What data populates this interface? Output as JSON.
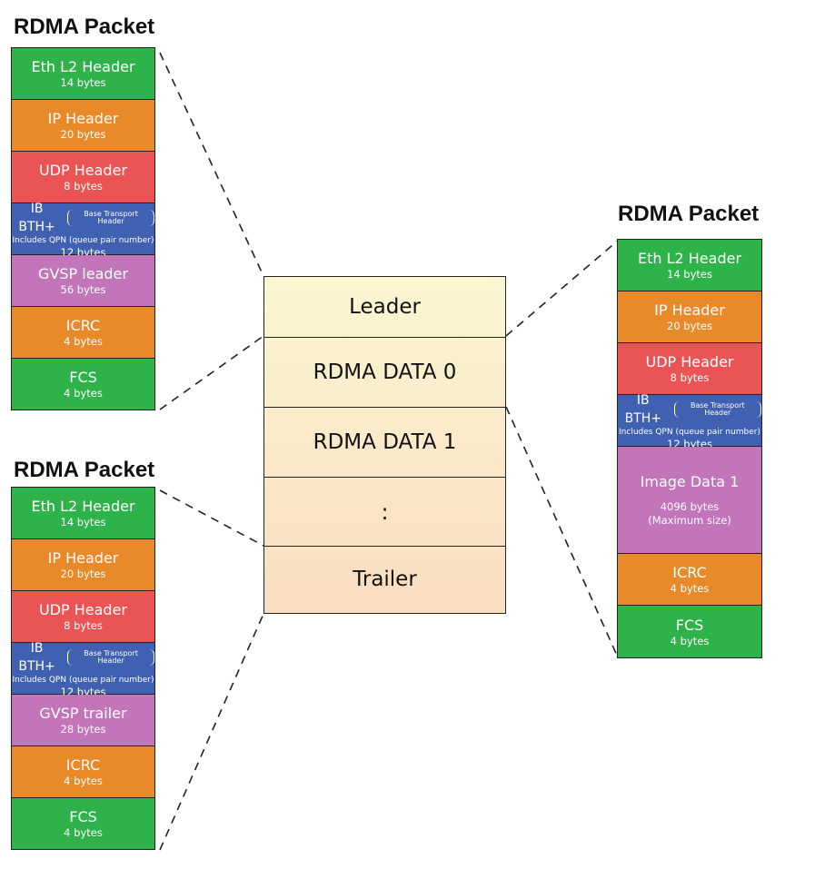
{
  "packet_title": "RDMA Packet",
  "frame": {
    "rows": [
      "Leader",
      "RDMA DATA 0",
      "RDMA DATA 1",
      ":",
      "Trailer"
    ]
  },
  "leader_packet": {
    "title": "RDMA Packet",
    "segments": [
      {
        "name": "Eth L2 Header",
        "size": "14 bytes",
        "color": "#2eb24a"
      },
      {
        "name": "IP Header",
        "size": "20 bytes",
        "color": "#e88a2a"
      },
      {
        "name": "UDP Header",
        "size": "8 bytes",
        "color": "#eb5454"
      },
      {
        "name": "IB BTH+",
        "note": "Base Transport Header",
        "detail": "Includes QPN (queue pair number)",
        "size": "12 bytes",
        "color": "#4060b2"
      },
      {
        "name": "GVSP leader",
        "size": "56 bytes",
        "color": "#c275b8"
      },
      {
        "name": "ICRC",
        "size": "4 bytes",
        "color": "#e88a2a"
      },
      {
        "name": "FCS",
        "size": "4 bytes",
        "color": "#2eb24a"
      }
    ]
  },
  "trailer_packet": {
    "title": "RDMA Packet",
    "segments": [
      {
        "name": "Eth L2 Header",
        "size": "14 bytes"
      },
      {
        "name": "IP Header",
        "size": "20 bytes"
      },
      {
        "name": "UDP Header",
        "size": "8 bytes"
      },
      {
        "name": "IB BTH+",
        "note": "Base Transport Header",
        "detail": "Includes QPN (queue pair number)",
        "size": "12 bytes"
      },
      {
        "name": "GVSP trailer",
        "size": "28 bytes"
      },
      {
        "name": "ICRC",
        "size": "4 bytes"
      },
      {
        "name": "FCS",
        "size": "4 bytes"
      }
    ]
  },
  "data_packet": {
    "title": "RDMA Packet",
    "segments": [
      {
        "name": "Eth L2 Header",
        "size": "14 bytes"
      },
      {
        "name": "IP Header",
        "size": "20 bytes"
      },
      {
        "name": "UDP Header",
        "size": "8 bytes"
      },
      {
        "name": "IB BTH+",
        "note": "Base Transport Header",
        "detail": "Includes QPN (queue pair number)",
        "size": "12 bytes"
      },
      {
        "name": "Image Data 1",
        "size": "4096 bytes",
        "extra": "(Maximum size)"
      },
      {
        "name": "ICRC",
        "size": "4 bytes"
      },
      {
        "name": "FCS",
        "size": "4 bytes"
      }
    ]
  }
}
